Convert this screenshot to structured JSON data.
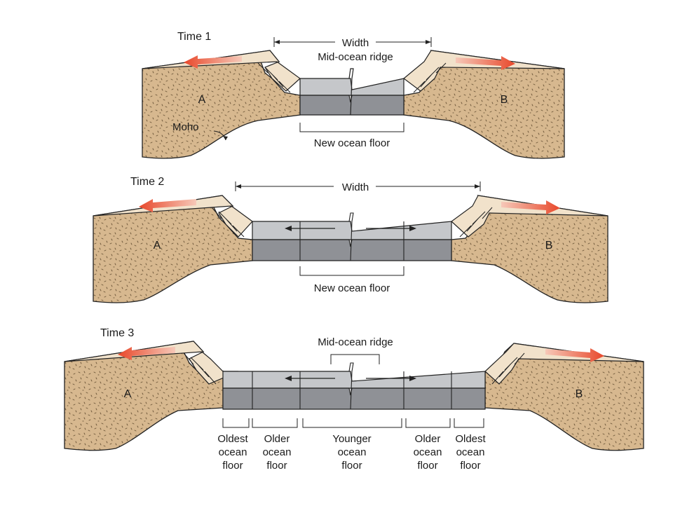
{
  "colors": {
    "continent": "#d7b88f",
    "continent_top": "#f1e2cb",
    "ocean_top": "#c5c7ca",
    "ocean_side": "#8f9196",
    "arrow": "#e8482b",
    "line": "#222222"
  },
  "time1": {
    "time_label": "Time 1",
    "width_label": "Width",
    "ridge_label": "Mid-ocean ridge",
    "plate_a": "A",
    "plate_b": "B",
    "moho_label": "Moho",
    "floor_label": "New ocean floor"
  },
  "time2": {
    "time_label": "Time 2",
    "width_label": "Width",
    "plate_a": "A",
    "plate_b": "B",
    "floor_label": "New ocean floor"
  },
  "time3": {
    "time_label": "Time 3",
    "ridge_label": "Mid-ocean ridge",
    "plate_a": "A",
    "plate_b": "B",
    "floors": [
      [
        "Oldest",
        "ocean",
        "floor"
      ],
      [
        "Older",
        "ocean",
        "floor"
      ],
      [
        "Younger",
        "ocean",
        "floor"
      ],
      [
        "Older",
        "ocean",
        "floor"
      ],
      [
        "Oldest",
        "ocean",
        "floor"
      ]
    ]
  }
}
